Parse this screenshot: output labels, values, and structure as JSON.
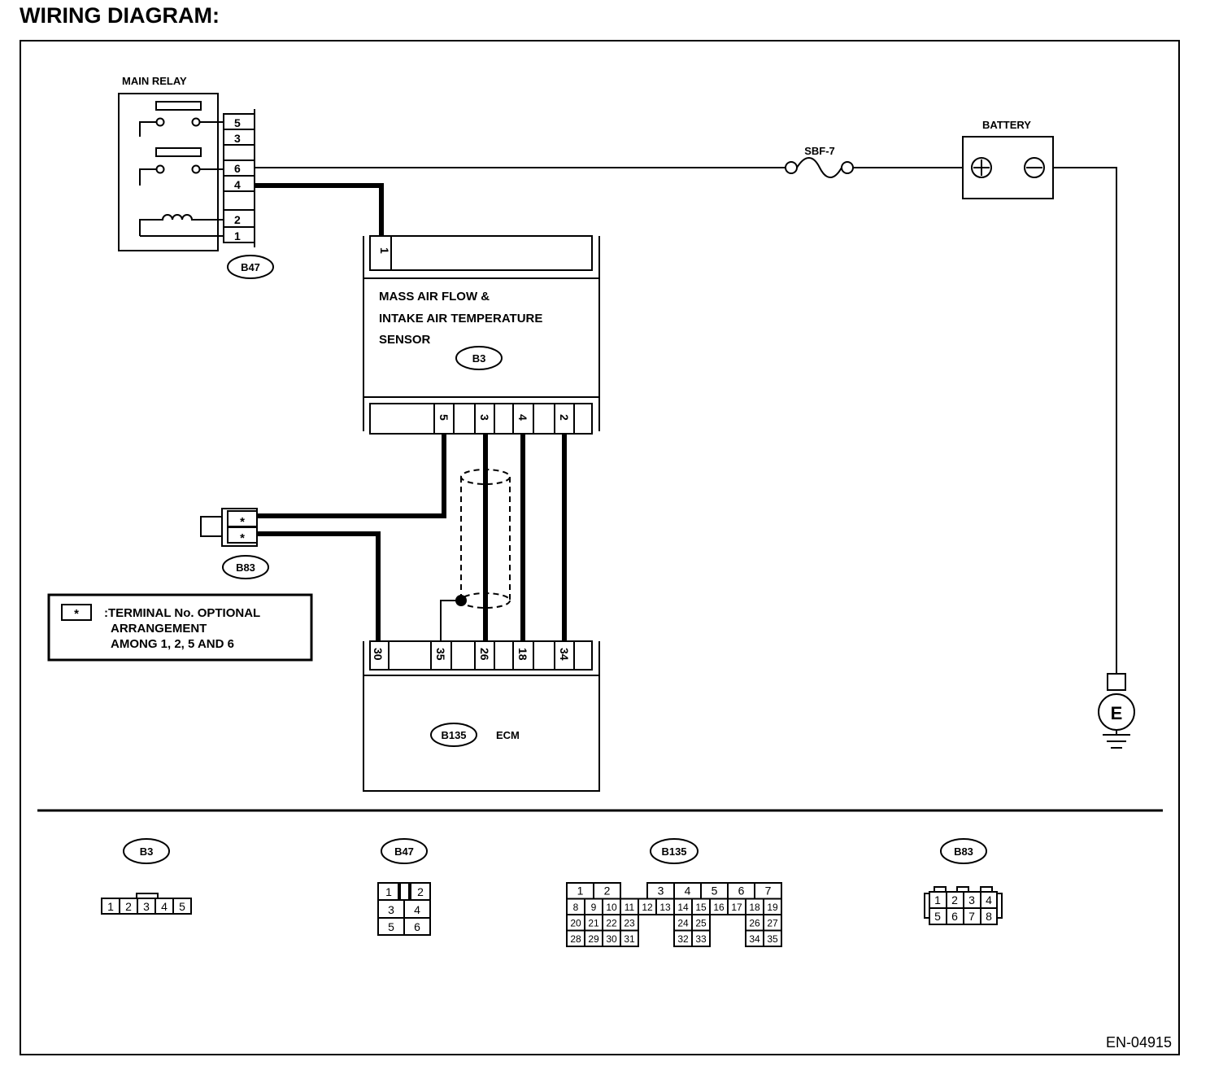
{
  "title": "WIRING DIAGRAM:",
  "doc_code": "EN-04915",
  "main_relay": {
    "label": "MAIN RELAY",
    "connector": "B47",
    "pins": [
      "5",
      "3",
      "6",
      "4",
      "2",
      "1"
    ]
  },
  "battery": {
    "label": "BATTERY"
  },
  "fuse": {
    "label": "SBF-7"
  },
  "ground": {
    "label": "E"
  },
  "maf_sensor": {
    "line1": "MASS AIR FLOW &",
    "line2": "INTAKE AIR TEMPERATURE",
    "line3": "SENSOR",
    "connector": "B3",
    "top_pin": "1",
    "bottom_pins": [
      "5",
      "3",
      "4",
      "2"
    ]
  },
  "b83": {
    "connector": "B83",
    "pins": [
      "*",
      "*"
    ]
  },
  "legend": {
    "symbol": "*",
    "line1": ":TERMINAL No. OPTIONAL",
    "line2": "ARRANGEMENT",
    "line3": "AMONG 1, 2, 5 AND 6"
  },
  "ecm": {
    "label": "ECM",
    "connector": "B135",
    "pins": [
      "30",
      "35",
      "26",
      "18",
      "34"
    ]
  },
  "connector_views": {
    "b3": {
      "name": "B3",
      "pins": [
        "1",
        "2",
        "3",
        "4",
        "5"
      ]
    },
    "b47": {
      "name": "B47",
      "rows": [
        [
          "1",
          "2"
        ],
        [
          "3",
          "4"
        ],
        [
          "5",
          "6"
        ]
      ]
    },
    "b135": {
      "name": "B135",
      "rows": [
        [
          "1",
          "2",
          "",
          "",
          "3",
          "4",
          "5",
          "6",
          "7"
        ],
        [
          "8",
          "9",
          "10",
          "11",
          "12",
          "13",
          "14",
          "15",
          "16",
          "17",
          "18",
          "19"
        ],
        [
          "20",
          "21",
          "22",
          "23",
          "",
          "",
          "24",
          "25",
          "",
          "",
          "26",
          "27"
        ],
        [
          "28",
          "29",
          "30",
          "31",
          "",
          "",
          "32",
          "33",
          "",
          "",
          "34",
          "35"
        ]
      ]
    },
    "b83": {
      "name": "B83",
      "rows": [
        [
          "1",
          "2",
          "3",
          "4"
        ],
        [
          "5",
          "6",
          "7",
          "8"
        ]
      ]
    }
  }
}
